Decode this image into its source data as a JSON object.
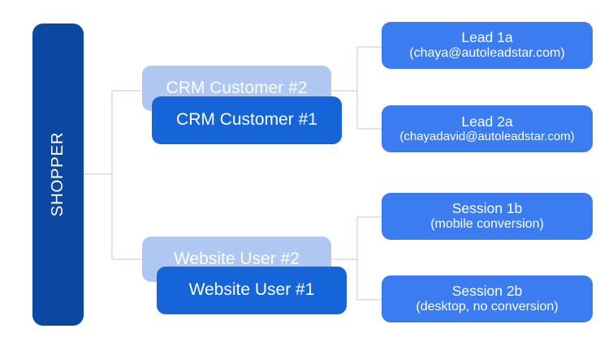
{
  "diagram": {
    "type": "tree",
    "title": "Shopper identity resolution tree",
    "colors": {
      "root_fill": "#0c47a1",
      "stacked_back_fill": "#aec8f2",
      "stacked_front_fill": "#1565d8",
      "leaf_fill": "#3b7df0",
      "connector_line": "#c8c8c8",
      "background": "#ffffff",
      "text": "#ffffff"
    },
    "root": {
      "label": "SHOPPER",
      "orientation": "vertical-bottom-to-top"
    },
    "branches": [
      {
        "id": "crm",
        "back_label": "CRM Customer #2",
        "front_label": "CRM Customer #1",
        "leaves": [
          {
            "id": "lead-1a",
            "line1": "Lead 1a",
            "line2": "(chaya@autoleadstar.com)"
          },
          {
            "id": "lead-2a",
            "line1": "Lead 2a",
            "line2": "(chayadavid@autoleadstar.com)"
          }
        ]
      },
      {
        "id": "website",
        "back_label": "Website User #2",
        "front_label": "Website User #1",
        "leaves": [
          {
            "id": "session-1b",
            "line1": "Session 1b",
            "line2": "(mobile conversion)"
          },
          {
            "id": "session-2b",
            "line1": "Session 2b",
            "line2": "(desktop, no conversion)"
          }
        ]
      }
    ]
  }
}
